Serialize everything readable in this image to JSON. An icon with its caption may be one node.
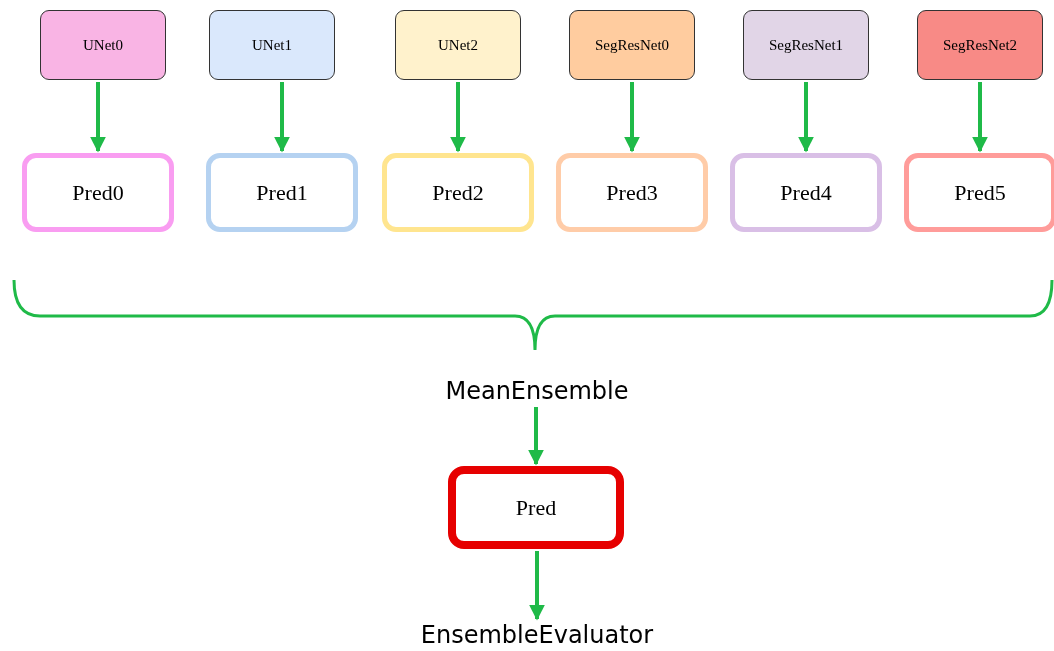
{
  "diagram": {
    "nodes": [
      {
        "text": [
          "UNet0"
        ]
      },
      {
        "text": [
          "UNet1"
        ]
      },
      {
        "text": [
          "UNet2"
        ]
      },
      {
        "text": [
          "SegResNet0"
        ]
      },
      {
        "text": [
          "SegResNet1"
        ]
      },
      {
        "text": [
          "SegResNet2"
        ]
      },
      {
        "text": [
          "Pred0"
        ]
      },
      {
        "text": [
          "Pred1"
        ]
      },
      {
        "text": [
          "Pred2"
        ]
      },
      {
        "text": [
          "Pred3"
        ]
      },
      {
        "text": [
          "Pred4"
        ]
      },
      {
        "text": [
          "Pred5"
        ]
      },
      {
        "text": [
          "MeanEnsemble"
        ]
      },
      {
        "text": [
          "Pred"
        ]
      },
      {
        "text": [
          "EnsembleEvaluator"
        ]
      }
    ],
    "edges": [
      {
        "from": 0,
        "to": 6,
        "arrow": "to"
      },
      {
        "from": 1,
        "to": 7,
        "arrow": "to"
      },
      {
        "from": 2,
        "to": 8,
        "arrow": "to"
      },
      {
        "from": 3,
        "to": 9,
        "arrow": "to"
      },
      {
        "from": 4,
        "to": 10,
        "arrow": "to"
      },
      {
        "from": 5,
        "to": 11,
        "arrow": "to"
      },
      {
        "from": 12,
        "to": 13,
        "arrow": "to"
      },
      {
        "from": 13,
        "to": 14,
        "arrow": "to"
      }
    ]
  }
}
